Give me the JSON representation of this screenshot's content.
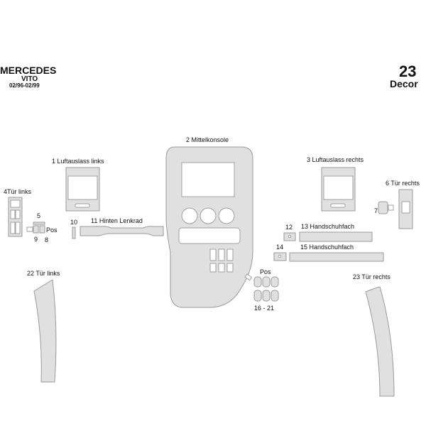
{
  "header": {
    "brand": "MERCEDES",
    "model": "VITO",
    "years": "02/96-02/99",
    "piece_count": "23",
    "product": "Decor"
  },
  "parts": {
    "p1": "1  Luftauslass links",
    "p2": "2 Mittelkonsole",
    "p3": "3 Luftauslass rechts",
    "p4": "4Tür links",
    "p5": "5",
    "p6": "6  Tür rechts",
    "p7": "7",
    "p8": "8",
    "p9": "9",
    "pos_left": "Pos",
    "p10": "10",
    "p11": "11   Hinten Lenkrad",
    "p12": "12",
    "p13": "13  Handschuhfach",
    "p14": "14",
    "p15": "15  Handschuhfach",
    "pos_right": "Pos",
    "p16_21": "16   -  21",
    "p22": "22   Tür links",
    "p23": "23   Tür rechts"
  },
  "colors": {
    "part_fill": "#e0e0e0",
    "part_edge": "#9a9a9a"
  }
}
